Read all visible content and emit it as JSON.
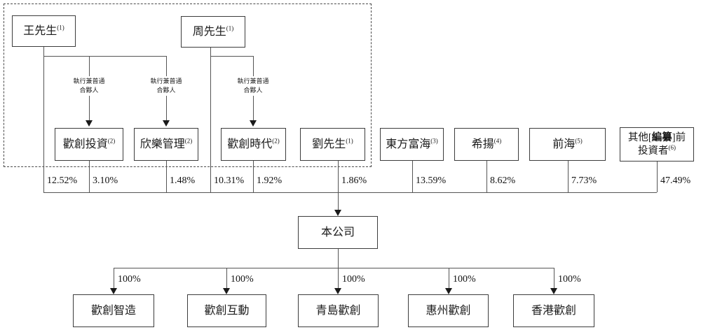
{
  "boxes": {
    "wang": {
      "label": "王先生",
      "sup": "(1)"
    },
    "zhou": {
      "label": "周先生",
      "sup": "(1)"
    },
    "huanchuang_touzi": {
      "label": "歡創投資",
      "sup": "(2)"
    },
    "xinle_guanli": {
      "label": "欣樂管理",
      "sup": "(2)"
    },
    "huanchuang_shidai": {
      "label": "歡創時代",
      "sup": "(2)"
    },
    "liu": {
      "label": "劉先生",
      "sup": "(1)"
    },
    "dongfang_fuhai": {
      "label": "東方富海",
      "sup": "(3)"
    },
    "xiyang": {
      "label": "希揚",
      "sup": "(4)"
    },
    "qianhai": {
      "label": "前海",
      "sup": "(5)"
    },
    "other_investors": {
      "line1_pre": "其他[",
      "line1_redacted": "編纂",
      "line1_post": "]前",
      "line2": "投資者",
      "sup": "(6)"
    },
    "company": {
      "label": "本公司"
    }
  },
  "gp_label": {
    "line1": "執行兼普通",
    "line2": "合夥人"
  },
  "percentages": {
    "wang_direct": "12.52%",
    "huanchuang_touzi": "3.10%",
    "xinle_guanli": "1.48%",
    "zhou_direct": "10.31%",
    "huanchuang_shidai": "1.92%",
    "liu": "1.86%",
    "dongfang_fuhai": "13.59%",
    "xiyang": "8.62%",
    "qianhai": "7.73%",
    "other_investors": "47.49%"
  },
  "subsidiaries": [
    {
      "label": "歡創智造",
      "pct": "100%"
    },
    {
      "label": "歡創互動",
      "pct": "100%"
    },
    {
      "label": "青島歡創",
      "pct": "100%"
    },
    {
      "label": "惠州歡創",
      "pct": "100%"
    },
    {
      "label": "香港歡創",
      "pct": "100%"
    }
  ]
}
